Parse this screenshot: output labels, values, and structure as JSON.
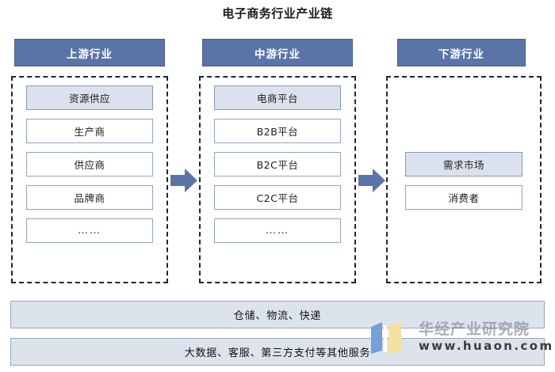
{
  "title": "电子商务行业产业链",
  "columns": [
    {
      "id": "upstream",
      "header": "上游行业",
      "items": [
        {
          "label": "资源供应",
          "highlighted": true
        },
        {
          "label": "生产商",
          "highlighted": false
        },
        {
          "label": "供应商",
          "highlighted": false
        },
        {
          "label": "品牌商",
          "highlighted": false
        },
        {
          "label": "……",
          "highlighted": false
        }
      ]
    },
    {
      "id": "midstream",
      "header": "中游行业",
      "items": [
        {
          "label": "电商平台",
          "highlighted": true
        },
        {
          "label": "B2B平台",
          "highlighted": false
        },
        {
          "label": "B2C平台",
          "highlighted": false
        },
        {
          "label": "C2C平台",
          "highlighted": false
        },
        {
          "label": "……",
          "highlighted": false
        }
      ]
    },
    {
      "id": "downstream",
      "header": "下游行业",
      "items": [
        {
          "label": "需求市场",
          "highlighted": true
        },
        {
          "label": "消费者",
          "highlighted": false
        }
      ]
    }
  ],
  "arrows": [
    {
      "name": "arrow-upstream-to-midstream",
      "direction": "right"
    },
    {
      "name": "arrow-midstream-to-downstream",
      "direction": "right"
    }
  ],
  "service_bars": [
    {
      "id": "logistics",
      "label": "仓储、物流、快递"
    },
    {
      "id": "other-services",
      "label": "大数据、客服、第三方支付等其他服务"
    }
  ],
  "watermark": {
    "brand": "华经产业研究院",
    "url": "www.huaon.com"
  },
  "colors": {
    "header_fill": "#5b74a8",
    "cell_highlight_fill": "#dbe2ee",
    "cell_border": "#8fa4c2",
    "dashed_border": "#1c2533",
    "arrow_fill": "#5b74a8",
    "service_bar_fill": "#dde3ed",
    "logo_blue": "#6f9bd8",
    "logo_yellow": "#f5e09a"
  }
}
